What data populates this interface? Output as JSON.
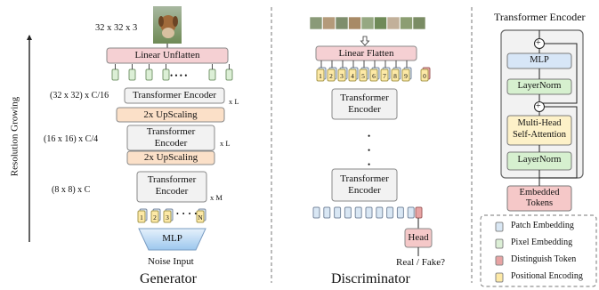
{
  "colors": {
    "linear_pink": "#f5d0d3",
    "upscale_orange": "#fbe0c8",
    "encoder_gray": "#f2f2f2",
    "patch_blue": "#d9e7f4",
    "pixel_green": "#dcefd6",
    "token_red": "#e8a3a3",
    "pos_yellow": "#fde9a6",
    "mlp_blue": "#d7e6f7",
    "mlp_grad": "#9cc7ee",
    "layernorm_green": "#d6f0cf",
    "attention_yellow": "#fdf1c8",
    "head_pink": "#f5c8c8"
  },
  "generator": {
    "image_size": "32 x 32 x 3",
    "axis_label": "Resolution Growing",
    "linear_unflatten": "Linear Unflatten",
    "dim_32": "(32 x 32) x C/16",
    "encoder_32": "Transformer Encoder",
    "rep_32": "x L",
    "upscale_1": "2x UpScaling",
    "dim_16": "(16 x 16) x C/4",
    "encoder_16_line1": "Transformer",
    "encoder_16_line2": "Encoder",
    "rep_16": "x L",
    "upscale_2": "2x UpScaling",
    "dim_8": "(8 x 8) x C",
    "encoder_8_line1": "Transformer",
    "encoder_8_line2": "Encoder",
    "rep_8": "x M",
    "token_labels": [
      "1",
      "2",
      "3",
      "N"
    ],
    "dots": "• • • •",
    "mlp": "MLP",
    "noise_input": "Noise Input",
    "title": "Generator"
  },
  "discriminator": {
    "linear_flatten": "Linear Flatten",
    "token_labels": [
      "1",
      "2",
      "3",
      "4",
      "5",
      "6",
      "7",
      "8",
      "9"
    ],
    "cls_label": "0",
    "encoder_top_line1": "Transformer",
    "encoder_top_line2": "Encoder",
    "encoder_bottom_line1": "Transformer",
    "encoder_bottom_line2": "Encoder",
    "head": "Head",
    "output": "Real / Fake?",
    "title": "Discriminator"
  },
  "encoder_detail": {
    "title": "Transformer Encoder",
    "mlp": "MLP",
    "layernorm_top": "LayerNorm",
    "attention_line1": "Multi-Head",
    "attention_line2": "Self-Attention",
    "layernorm_bottom": "LayerNorm",
    "embedded_line1": "Embedded",
    "embedded_line2": "Tokens",
    "plus": "+"
  },
  "legend": {
    "items": [
      {
        "label": "Patch Embedding",
        "color": "#d9e7f4"
      },
      {
        "label": "Pixel Embedding",
        "color": "#dcefd6"
      },
      {
        "label": "Distinguish Token",
        "color": "#e8a3a3"
      },
      {
        "label": "Positional Encoding",
        "color": "#fde9a6"
      }
    ]
  }
}
